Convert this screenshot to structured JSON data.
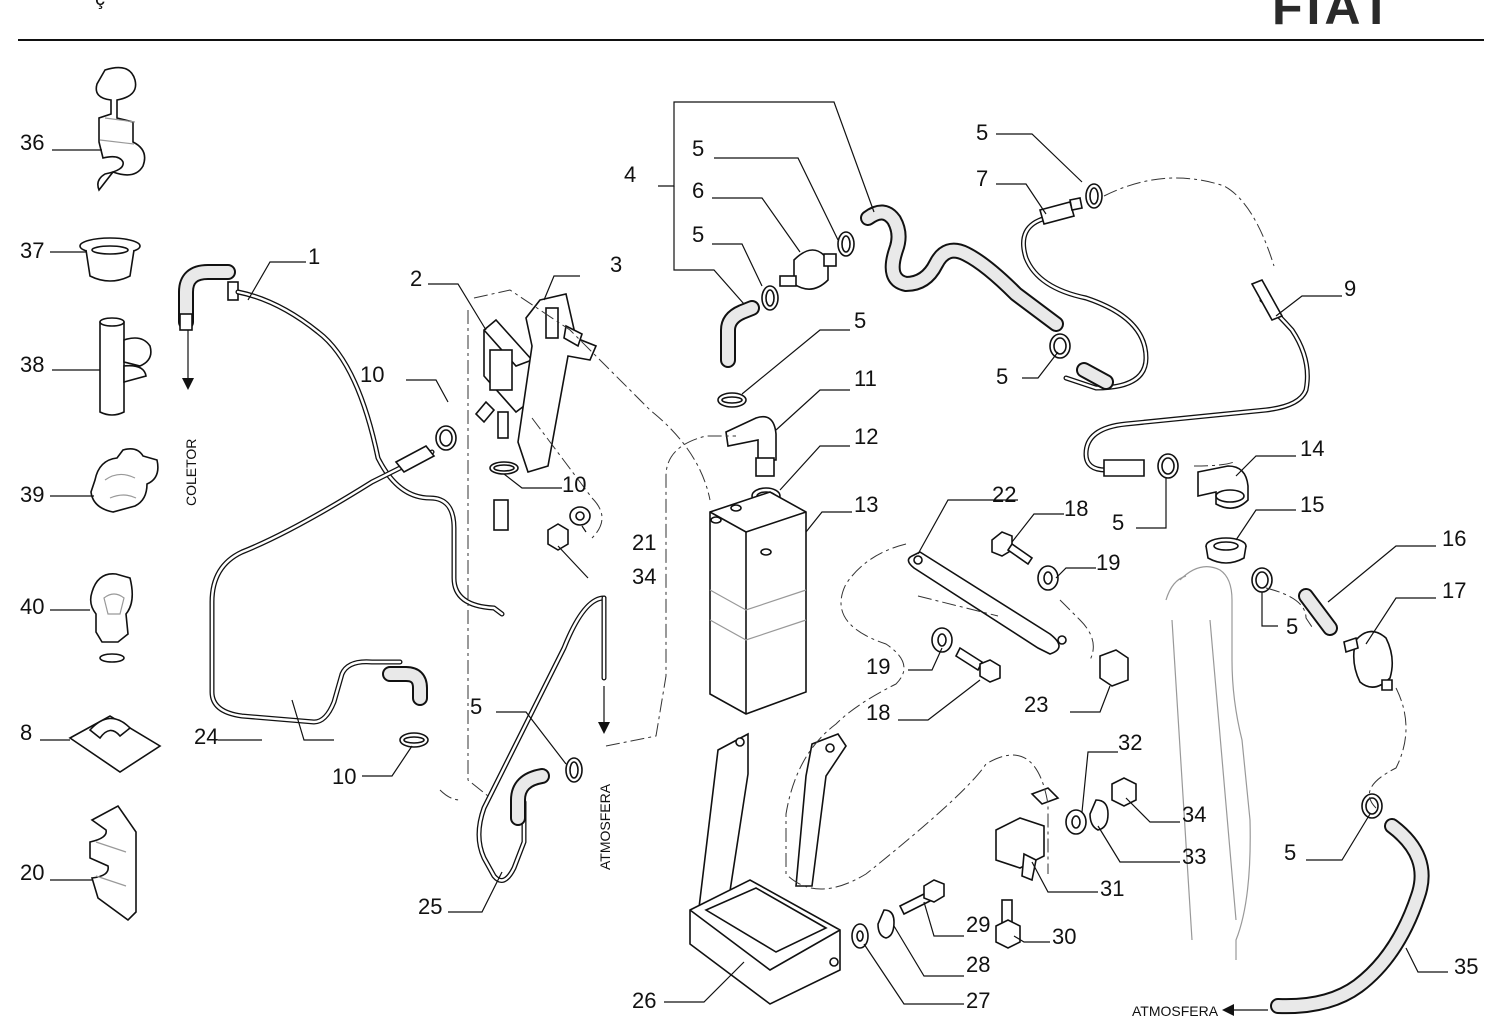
{
  "header": {
    "title": "ç",
    "brand": "FIAT"
  },
  "annotations": {
    "coletor": "COLETOR",
    "atmosfera_center": "ATMOSFERA",
    "atmosfera_bottom": "ATMOSFERA"
  },
  "callouts": {
    "c1": "1",
    "c2": "2",
    "c3": "3",
    "c4": "4",
    "c5a": "5",
    "c5b": "5",
    "c5c": "5",
    "c5d": "5",
    "c5e": "5",
    "c5f": "5",
    "c5g": "5",
    "c5h": "5",
    "c5i": "5",
    "c6": "6",
    "c7": "7",
    "c8": "8",
    "c9": "9",
    "c10a": "10",
    "c10b": "10",
    "c10c": "10",
    "c11": "11",
    "c12": "12",
    "c13": "13",
    "c14": "14",
    "c15": "15",
    "c16": "16",
    "c17": "17",
    "c18a": "18",
    "c18b": "18",
    "c19a": "19",
    "c19b": "19",
    "c20": "20",
    "c21": "21",
    "c22": "22",
    "c23": "23",
    "c24": "24",
    "c25": "25",
    "c26": "26",
    "c27": "27",
    "c28": "28",
    "c29": "29",
    "c30": "30",
    "c31": "31",
    "c32": "32",
    "c33": "33",
    "c34a": "34",
    "c34b": "34",
    "c35": "35",
    "c36": "36",
    "c37": "37",
    "c38": "38",
    "c39": "39",
    "c40": "40"
  },
  "colors": {
    "ink": "#111111",
    "hose_fill": "#e9e9e9",
    "background": "#ffffff"
  }
}
